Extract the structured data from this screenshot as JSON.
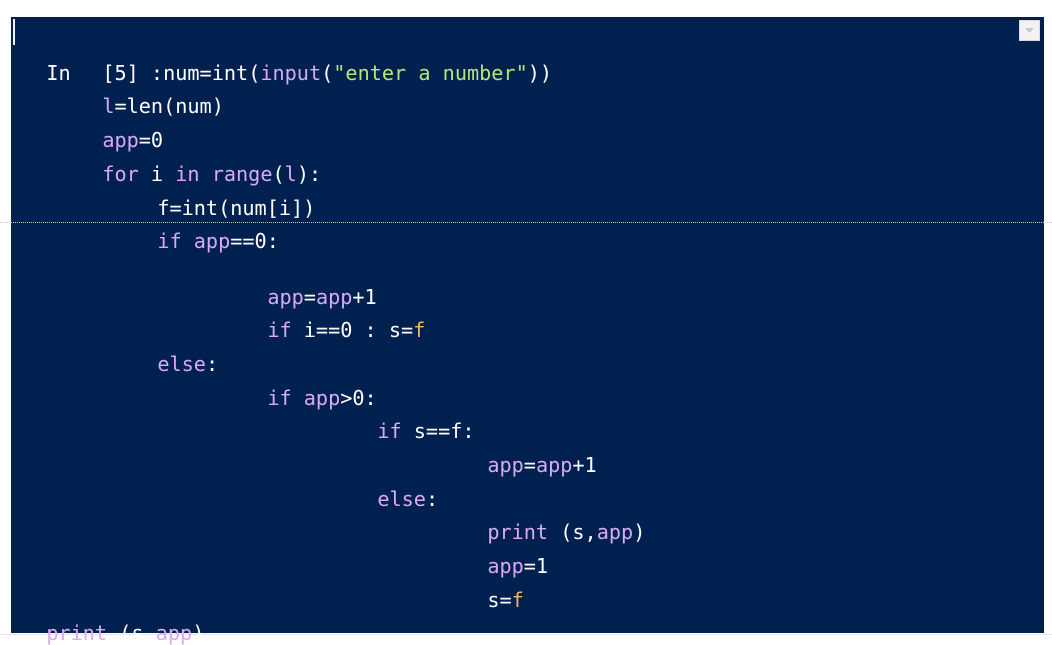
{
  "cell": {
    "prompt_label": "In",
    "prompt_number": "[5] :",
    "lines": [
      {
        "id": "l1",
        "tokens": [
          "num=",
          "int",
          "(",
          "input",
          "(",
          "\"enter a number\"",
          "))"
        ]
      },
      {
        "id": "l2",
        "tokens": [
          "l",
          "=",
          "len",
          "(num)"
        ]
      },
      {
        "id": "l3",
        "tokens": [
          "app",
          "=0"
        ]
      },
      {
        "id": "l4",
        "tokens": [
          "for",
          " i ",
          "in",
          " ",
          "range",
          "(",
          "l",
          "):"
        ]
      },
      {
        "id": "l5",
        "tokens": [
          "f=",
          "int",
          "(num[i])"
        ]
      },
      {
        "id": "l6",
        "tokens": [
          "if",
          " ",
          "app",
          "==0:"
        ]
      },
      {
        "id": "l7",
        "tokens": [
          "app",
          "=",
          "app",
          "+1"
        ]
      },
      {
        "id": "l8",
        "tokens": [
          "if",
          " i==0 : s=",
          "f"
        ]
      },
      {
        "id": "l9",
        "tokens": [
          "else",
          ":"
        ]
      },
      {
        "id": "l10",
        "tokens": [
          "if",
          " ",
          "app",
          ">0:"
        ]
      },
      {
        "id": "l11",
        "tokens": [
          "if",
          " s==f:"
        ]
      },
      {
        "id": "l12",
        "tokens": [
          "app",
          "=",
          "app",
          "+1"
        ]
      },
      {
        "id": "l13",
        "tokens": [
          "else",
          ":"
        ]
      },
      {
        "id": "l14",
        "tokens": [
          "print",
          " (s,",
          "app",
          ")"
        ]
      },
      {
        "id": "l15",
        "tokens": [
          "app",
          "=1"
        ]
      },
      {
        "id": "l16",
        "tokens": [
          "s=",
          "f"
        ]
      },
      {
        "id": "l17",
        "tokens": [
          "print",
          " (s,",
          "app",
          ")"
        ]
      }
    ]
  },
  "colors": {
    "cell_background": "#00214f",
    "keyword": "#d8aaf2",
    "string": "#b7e47a",
    "value": "#f2b662",
    "plain": "#ffffff"
  },
  "icons": {
    "collapse": "chevron-down-icon"
  }
}
